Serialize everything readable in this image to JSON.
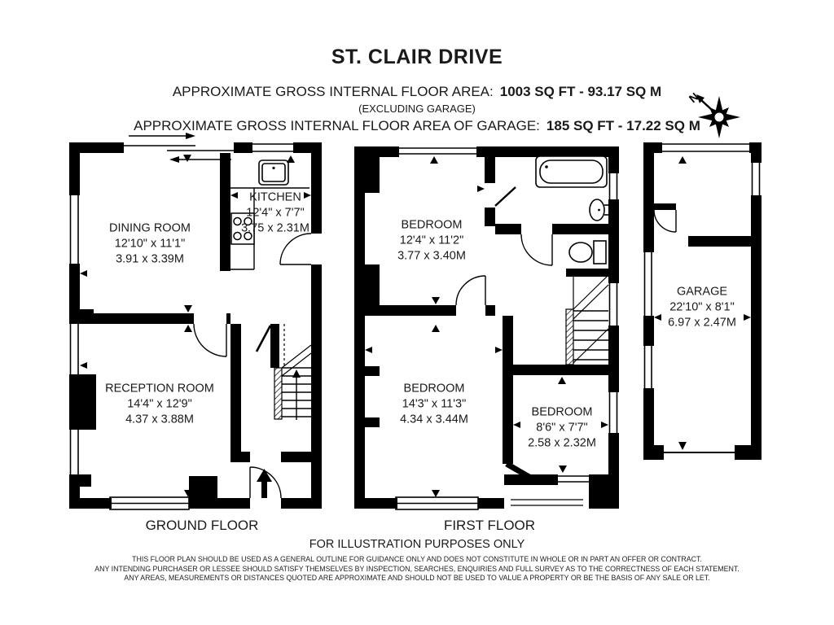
{
  "header": {
    "title": "ST. CLAIR DRIVE",
    "area_label": "APPROXIMATE GROSS INTERNAL FLOOR AREA:",
    "area_value": "1003 SQ FT - 93.17 SQ M",
    "area_note": "(EXCLUDING GARAGE)",
    "garage_area_label": "APPROXIMATE GROSS INTERNAL FLOOR AREA OF GARAGE:",
    "garage_area_value": "185 SQ FT - 17.22 SQ M"
  },
  "compass": {
    "north_label": "N"
  },
  "rooms": {
    "dining": {
      "name": "DINING ROOM",
      "imperial": "12'10\" x 11'1\"",
      "metric": "3.91 x 3.39M"
    },
    "kitchen": {
      "name": "KITCHEN",
      "imperial": "12'4\" x 7'7\"",
      "metric": "3.75 x 2.31M"
    },
    "reception": {
      "name": "RECEPTION ROOM",
      "imperial": "14'4\" x 12'9\"",
      "metric": "4.37 x 3.88M"
    },
    "bedroom1": {
      "name": "BEDROOM",
      "imperial": "12'4\" x 11'2\"",
      "metric": "3.77 x 3.40M"
    },
    "bedroom2": {
      "name": "BEDROOM",
      "imperial": "14'3\" x 11'3\"",
      "metric": "4.34 x 3.44M"
    },
    "bedroom3": {
      "name": "BEDROOM",
      "imperial": "8'6\" x 7'7\"",
      "metric": "2.58 x 2.32M"
    },
    "garage": {
      "name": "GARAGE",
      "imperial": "22'10\" x 8'1\"",
      "metric": "6.97 x 2.47M"
    }
  },
  "floor_labels": {
    "ground": "GROUND FLOOR",
    "first": "FIRST FLOOR"
  },
  "footer": {
    "illustration_note": "FOR ILLUSTRATION PURPOSES ONLY",
    "disclaimer_lines": [
      "THIS FLOOR PLAN SHOULD BE USED AS A GENERAL OUTLINE FOR GUIDANCE ONLY AND DOES NOT CONSTITUTE IN WHOLE OR IN PART AN OFFER OR CONTRACT.",
      "ANY INTENDING PURCHASER OR LESSEE SHOULD SATISFY THEMSELVES BY INSPECTION, SEARCHES, ENQUIRIES AND FULL SURVEY AS TO THE CORRECTNESS OF EACH STATEMENT.",
      "ANY AREAS, MEASUREMENTS OR DISTANCES QUOTED ARE APPROXIMATE AND SHOULD NOT BE USED TO VALUE A PROPERTY OR BE THE BASIS OF ANY SALE OR LET."
    ]
  }
}
